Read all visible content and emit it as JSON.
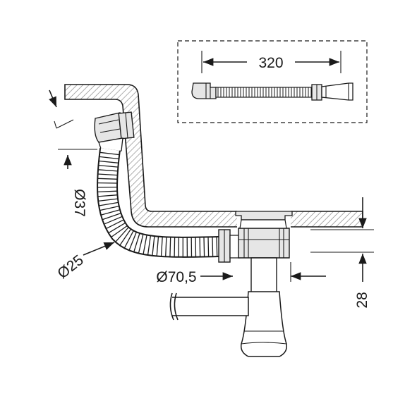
{
  "dimensions": {
    "hose_length": "320",
    "overflow_diameter": "Ø37",
    "hose_diameter": "Ø25",
    "waste_diameter": "Ø70,5",
    "waste_height": "28"
  },
  "colors": {
    "line": "#1a1a1a",
    "hatch": "#8a8a8a",
    "fitting": "#e6e6e6",
    "background": "#ffffff"
  }
}
